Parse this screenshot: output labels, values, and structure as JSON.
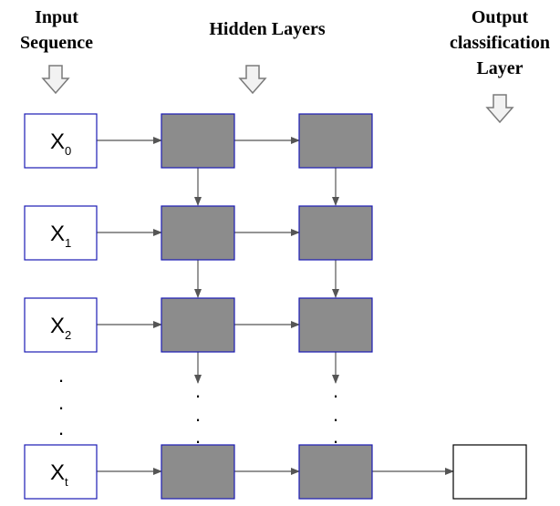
{
  "headers": {
    "input": [
      "Input",
      "Sequence"
    ],
    "hidden": "Hidden Layers",
    "output": [
      "Output",
      "classification",
      "Layer"
    ]
  },
  "inputs": [
    {
      "label": "X",
      "sub": "0"
    },
    {
      "label": "X",
      "sub": "1"
    },
    {
      "label": "X",
      "sub": "2"
    },
    {
      "label": "X",
      "sub": "t"
    }
  ],
  "ellipsis": ".",
  "colors": {
    "hidden_fill": "#8c8c8c",
    "hidden_border": "#1a1ab4",
    "arrow": "#555555",
    "down_arrow_fill": "#f2f2f2",
    "down_arrow_stroke": "#7a7a7a"
  }
}
